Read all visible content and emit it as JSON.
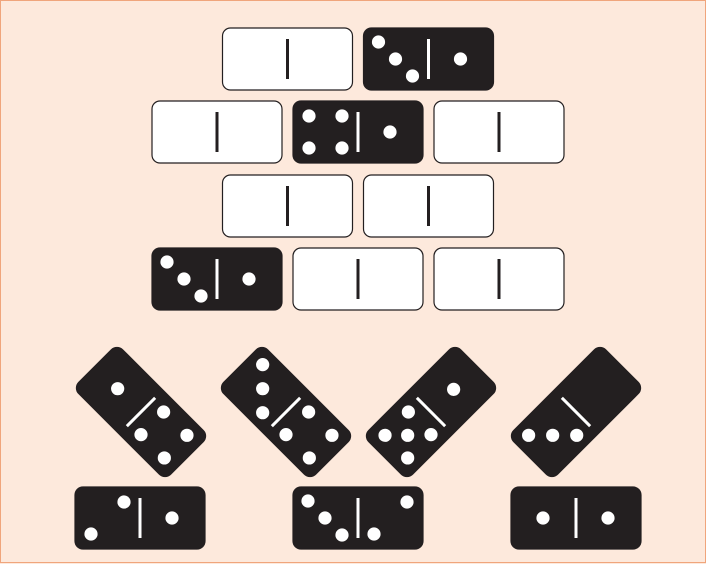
{
  "colors": {
    "background": "#fde9dc",
    "border": "#f0a57c",
    "tile_black": "#231f20",
    "tile_white": "#ffffff",
    "pip_on_black": "#ffffff",
    "divider_on_white": "#231f20"
  },
  "puzzle": {
    "rows": [
      {
        "tiles": [
          {
            "face": "white",
            "pips": [
              null,
              null
            ]
          },
          {
            "face": "black",
            "pips": [
              3,
              1
            ]
          }
        ]
      },
      {
        "tiles": [
          {
            "face": "white",
            "pips": [
              null,
              null
            ]
          },
          {
            "face": "black",
            "pips": [
              4,
              1
            ]
          },
          {
            "face": "white",
            "pips": [
              null,
              null
            ]
          }
        ]
      },
      {
        "tiles": [
          {
            "face": "white",
            "pips": [
              null,
              null
            ]
          },
          {
            "face": "white",
            "pips": [
              null,
              null
            ]
          }
        ]
      },
      {
        "tiles": [
          {
            "face": "black",
            "pips": [
              3,
              1
            ]
          },
          {
            "face": "white",
            "pips": [
              null,
              null
            ]
          },
          {
            "face": "white",
            "pips": [
              null,
              null
            ]
          }
        ]
      }
    ]
  },
  "choices": {
    "tilted": [
      {
        "pips": [
          1,
          4
        ],
        "tilt": "down-right"
      },
      {
        "pips": [
          3,
          4
        ],
        "tilt": "down-right"
      },
      {
        "pips": [
          5,
          1
        ],
        "tilt": "up-right"
      },
      {
        "pips": [
          3,
          0
        ],
        "tilt": "up-right"
      }
    ],
    "flat": [
      {
        "pips": [
          2,
          1
        ]
      },
      {
        "pips": [
          3,
          2
        ]
      },
      {
        "pips": [
          1,
          1
        ]
      }
    ]
  }
}
